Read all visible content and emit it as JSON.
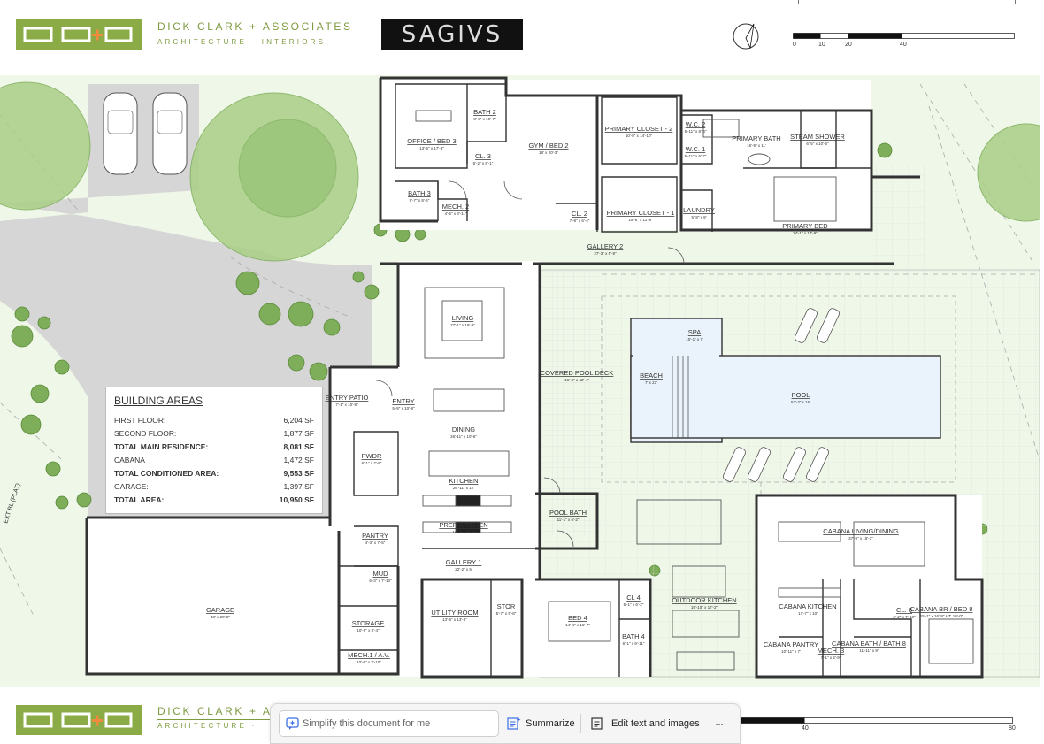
{
  "header": {
    "firm_name": "DICK CLARK + ASSOCIATES",
    "firm_tagline": "ARCHITECTURE · INTERIORS",
    "client_logo": "SAGIVS",
    "logo_glyphs": "dc+a",
    "scale_ticks": [
      "0",
      "10",
      "20",
      "40"
    ]
  },
  "footer": {
    "firm_name": "DICK CLARK + A",
    "firm_tagline": "ARCHITECTURE ·",
    "scale_ticks": [
      "40",
      "80"
    ]
  },
  "side_label": "EXT BL (PLAT)",
  "rooms": [
    {
      "name": "OFFICE / BED 3",
      "dim": "13'-6\" x 17'-3\""
    },
    {
      "name": "BATH 2",
      "dim": "8'-3\" x 10'-7\""
    },
    {
      "name": "CL. 3",
      "dim": "6'-2\" x 8'-1\""
    },
    {
      "name": "GYM / BED 2",
      "dim": "18' x 20'-3\""
    },
    {
      "name": "PRIMARY CLOSET - 2",
      "dim": "10'-8\" x 14'-10\""
    },
    {
      "name": "W.C. 2",
      "dim": "5'-11\" x 8'-4\""
    },
    {
      "name": "W.C. 1",
      "dim": "5'-11\" x 5'-7\""
    },
    {
      "name": "PRIMARY BATH",
      "dim": "16'-9\" x 11'"
    },
    {
      "name": "STEAM SHOWER",
      "dim": "6'-5\" x 10'-6\""
    },
    {
      "name": "BATH 3",
      "dim": "9'-7\" x 8'-6\""
    },
    {
      "name": "MECH. 2",
      "dim": "4'-5\" x 3'-11\""
    },
    {
      "name": "CL. 2",
      "dim": "7'-8\" x 6'-4\""
    },
    {
      "name": "PRIMARY CLOSET - 1",
      "dim": "15'-6\" x 11'-8\""
    },
    {
      "name": "LAUNDRY",
      "dim": "5'-8\" x 9'"
    },
    {
      "name": "PRIMARY BED",
      "dim": "24'-1\" x 17'-9\""
    },
    {
      "name": "GALLERY 2",
      "dim": "27'-3\" x 5'-9\""
    },
    {
      "name": "LIVING",
      "dim": "27'-1\" x 19'-9\""
    },
    {
      "name": "SPA",
      "dim": "10'-1\" x 7'"
    },
    {
      "name": "COVERED POOL DECK",
      "dim": "16'-8\" x 42'-4\""
    },
    {
      "name": "BEACH",
      "dim": "7' x 23'"
    },
    {
      "name": "POOL",
      "dim": "52'-3\" x 16'"
    },
    {
      "name": "ENTRY PATIO",
      "dim": "7'-1\" x 10'-8\""
    },
    {
      "name": "ENTRY",
      "dim": "5'-9\" x 10'-8\""
    },
    {
      "name": "DINING",
      "dim": "26'-11\" x 10'-6\""
    },
    {
      "name": "PWDR",
      "dim": "6'-1\" x 7'-8\""
    },
    {
      "name": "KITCHEN",
      "dim": "26'-11\" x 12'"
    },
    {
      "name": "POOL BATH",
      "dim": "11'-1\" x 6'-2\""
    },
    {
      "name": "PREP KITCHEN",
      "dim": "16'-8\" x 8'-2\""
    },
    {
      "name": "PANTRY",
      "dim": "4'-3\" x 7'-5\""
    },
    {
      "name": "CABANA LIVING/DINING",
      "dim": "37'-9\" x 18'-3\""
    },
    {
      "name": "GALLERY 1",
      "dim": "22'-2\" x 5'"
    },
    {
      "name": "MUD",
      "dim": "6'-3\" x 7'-10\""
    },
    {
      "name": "GARAGE",
      "dim": "48' x 20'-2\""
    },
    {
      "name": "STORAGE",
      "dim": "10'-9\" x 8'-4\""
    },
    {
      "name": "MECH.1 / A.V.",
      "dim": "10'-9\" x 3'-10\""
    },
    {
      "name": "UTILITY ROOM",
      "dim": "13'-6\" x 13'-8\""
    },
    {
      "name": "STOR",
      "dim": "5'-7\" x 9'-8\""
    },
    {
      "name": "BED 4",
      "dim": "14'-4\" x 16'-7\""
    },
    {
      "name": "CL 4",
      "dim": "6'-1\" x 6'-2\""
    },
    {
      "name": "BATH 4",
      "dim": "6'-1\" x 9'-11\""
    },
    {
      "name": "OUTDOOR KITCHEN",
      "dim": "19'-10\" x 17'-2\""
    },
    {
      "name": "CABANA KITCHEN",
      "dim": "17'-7\" x 10'"
    },
    {
      "name": "CL. 8",
      "dim": "6'-2\" x 7'-10\""
    },
    {
      "name": "CABANA BR / BED 8",
      "dim": "15'-1\" x 16'-8\"  HT: 10'-0\""
    },
    {
      "name": "CABANA PANTRY",
      "dim": "10'-11\" x 7'"
    },
    {
      "name": "MECH. 3",
      "dim": "7'-1\" x 2'-9\""
    },
    {
      "name": "CABANA BATH / BATH 8",
      "dim": "11'-11\" x 9'"
    }
  ],
  "building_areas": {
    "title": "BUILDING AREAS",
    "rows": [
      {
        "label": "FIRST FLOOR:",
        "value": "6,204 SF",
        "bold": false
      },
      {
        "label": "SECOND FLOOR:",
        "value": "1,877 SF",
        "bold": false
      },
      {
        "label": "TOTAL MAIN RESIDENCE:",
        "value": "8,081 SF",
        "bold": true
      },
      {
        "label": "CABANA",
        "value": "1,472 SF",
        "bold": false
      },
      {
        "label": "TOTAL CONDITIONED AREA:",
        "value": "9,553 SF",
        "bold": true
      },
      {
        "label": "GARAGE:",
        "value": "1,397 SF",
        "bold": false
      },
      {
        "label": "TOTAL AREA:",
        "value": "10,950 SF",
        "bold": true
      }
    ]
  },
  "toolbar": {
    "simplify_placeholder": "Simplify this document for me",
    "summarize_label": "Summarize",
    "edit_label": "Edit text and images",
    "more_label": "···"
  },
  "colors": {
    "accent_green": "#8bab46",
    "tree_green": "#a9cf86",
    "pool_blue": "#eaf3fb"
  }
}
